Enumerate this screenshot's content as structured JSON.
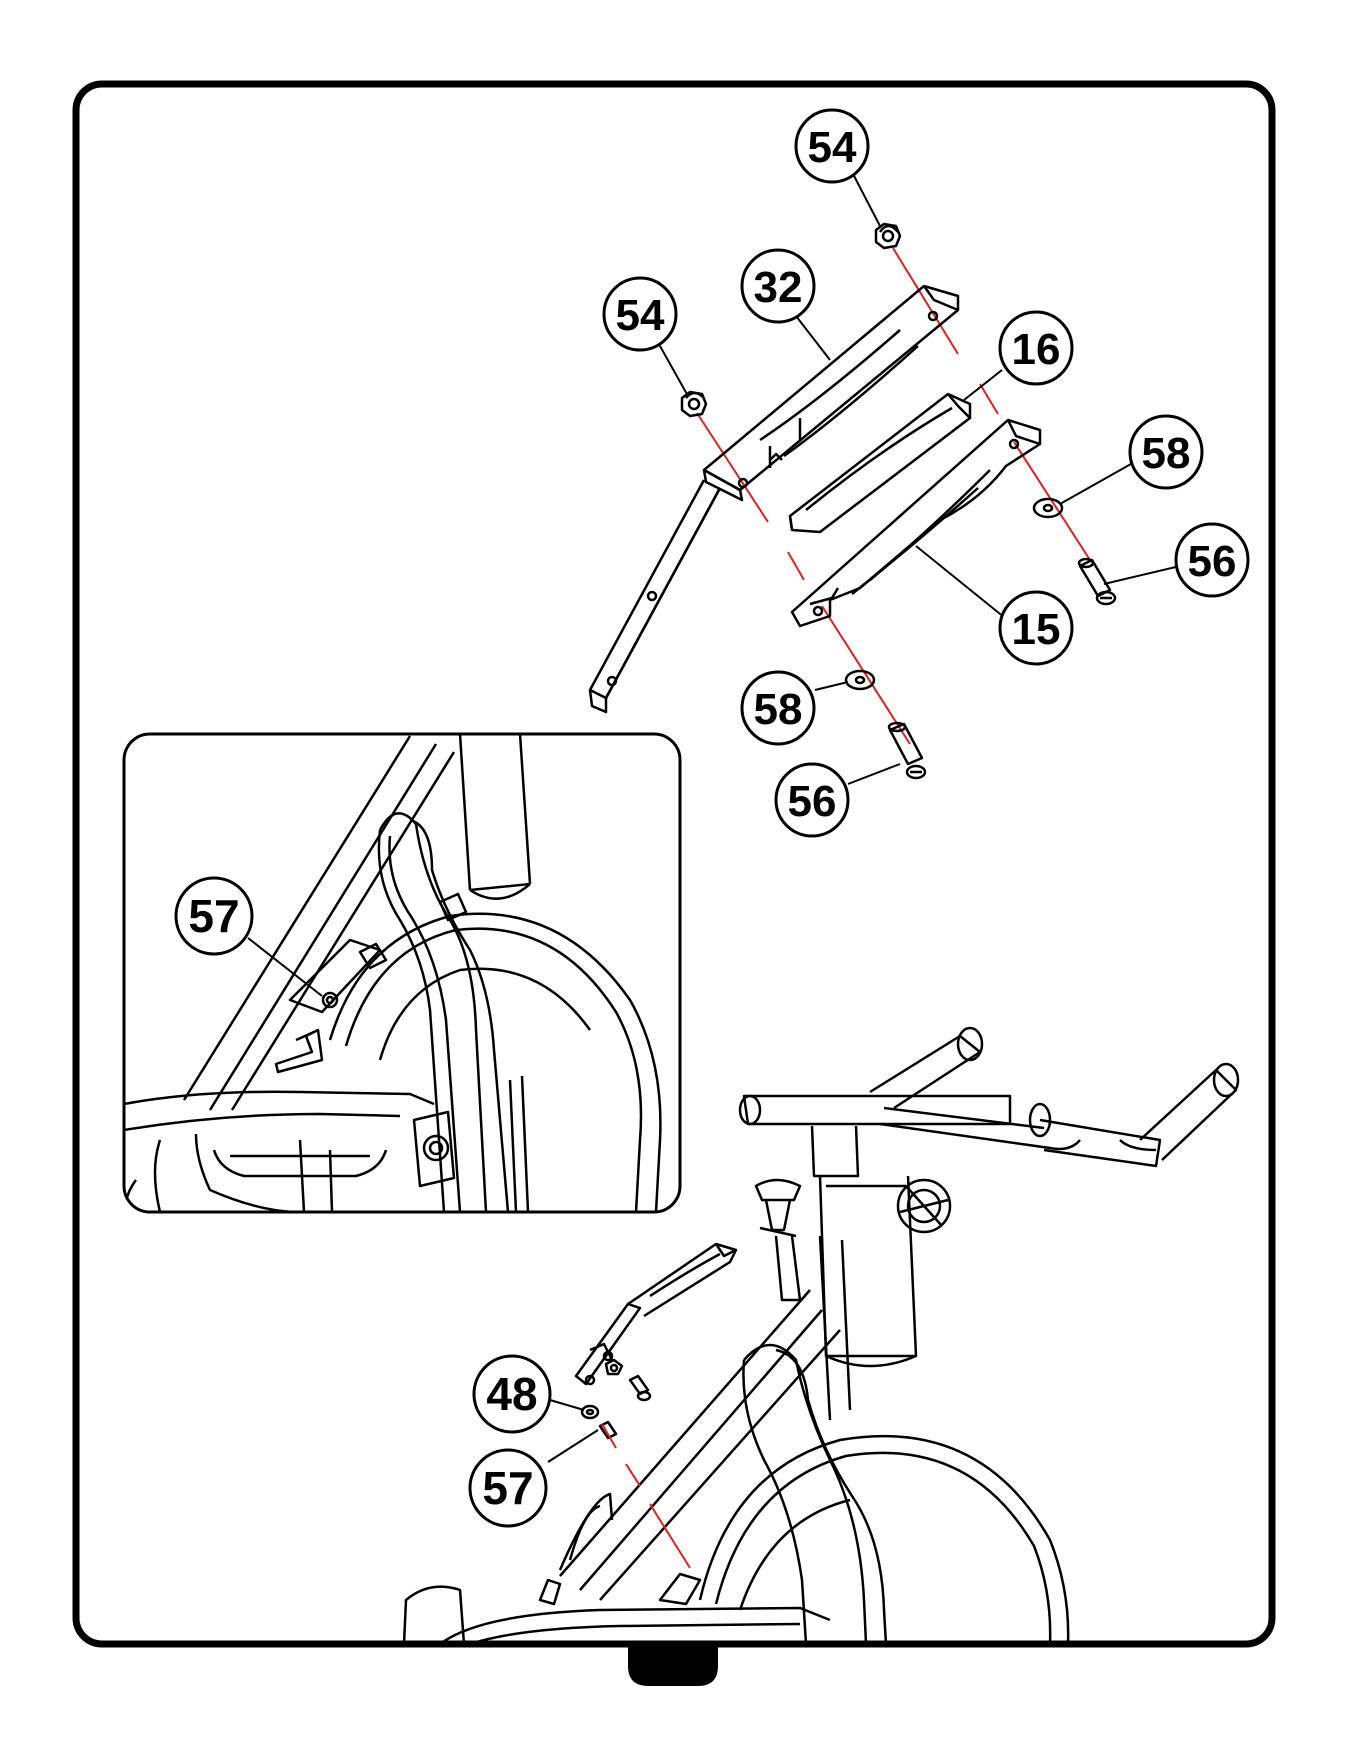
{
  "diagram": {
    "callouts": [
      {
        "id": "c-54-top",
        "label": "54"
      },
      {
        "id": "c-32",
        "label": "32"
      },
      {
        "id": "c-54-left",
        "label": "54"
      },
      {
        "id": "c-16",
        "label": "16"
      },
      {
        "id": "c-58-right",
        "label": "58"
      },
      {
        "id": "c-56-right",
        "label": "56"
      },
      {
        "id": "c-15",
        "label": "15"
      },
      {
        "id": "c-58-bottom",
        "label": "58"
      },
      {
        "id": "c-56-bottom",
        "label": "56"
      },
      {
        "id": "c-57-inset",
        "label": "57"
      },
      {
        "id": "c-48",
        "label": "48"
      },
      {
        "id": "c-57-bottom",
        "label": "57"
      }
    ]
  },
  "colors": {
    "line": "#000000",
    "centerline": "#e0201c",
    "background": "#ffffff"
  }
}
